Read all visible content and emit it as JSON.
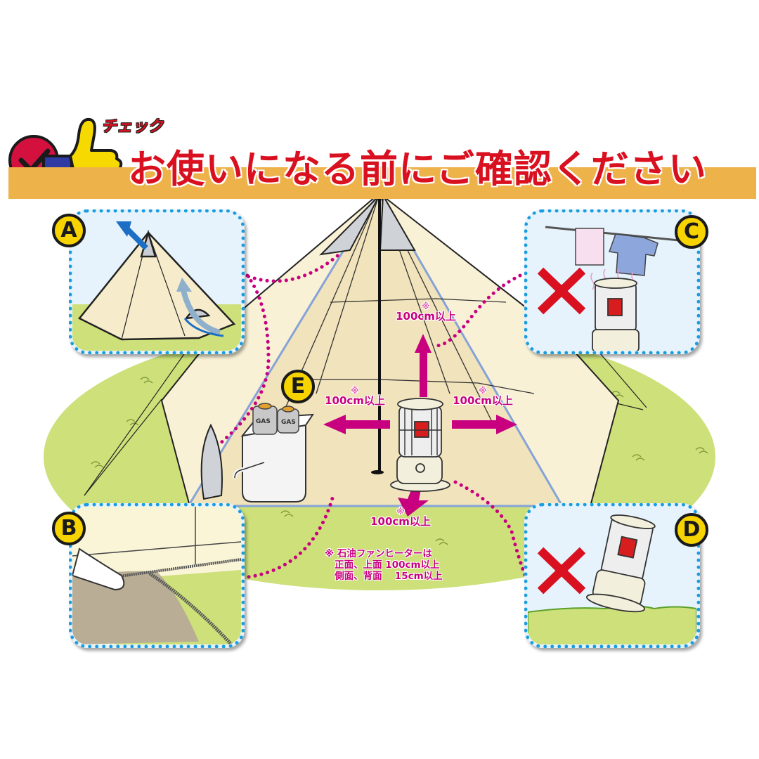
{
  "header": {
    "check_label": "チェック",
    "title": "お使いになる前にご確認ください",
    "icons": [
      "check-circle-icon",
      "thumbs-up-icon"
    ]
  },
  "panels": [
    {
      "id": "A",
      "label": "A",
      "illustration": "tent-ventilation",
      "description": "Tent with top vent and bottom vent open, air flow arrows"
    },
    {
      "id": "B",
      "label": "B",
      "illustration": "zip-up-groundsheet",
      "description": "Hand zipping ground sheet to tent wall"
    },
    {
      "id": "C",
      "label": "C",
      "illustration": "no-drying-clothes-over-heater",
      "prohibited": true,
      "description": "Towel and shirt drying over heater — prohibited"
    },
    {
      "id": "D",
      "label": "D",
      "illustration": "no-uneven-ground",
      "prohibited": true,
      "description": "Heater tilting on uneven ground — prohibited"
    },
    {
      "id": "E",
      "label": "E",
      "illustration": "gas-cans-on-cooler",
      "can_label": "GAS"
    }
  ],
  "measurements": {
    "mark": "※",
    "top": "100cm以上",
    "left": "100cm以上",
    "right": "100cm以上",
    "front": "100cm以上"
  },
  "note": {
    "mark": "※",
    "line1": "石油ファンヒーターは",
    "line2": "正面、上面 100cm以上",
    "line3": "側面、背面　 15cm以上"
  },
  "colors": {
    "banner": "#eeb24a",
    "title_red": "#d9101f",
    "magenta": "#c8007f",
    "panel_border": "#1a9de0",
    "panel_bg": "#e6f3fc",
    "grass": "#cde07a",
    "tent": "#f1e3bb",
    "badge": "#f7d400"
  }
}
